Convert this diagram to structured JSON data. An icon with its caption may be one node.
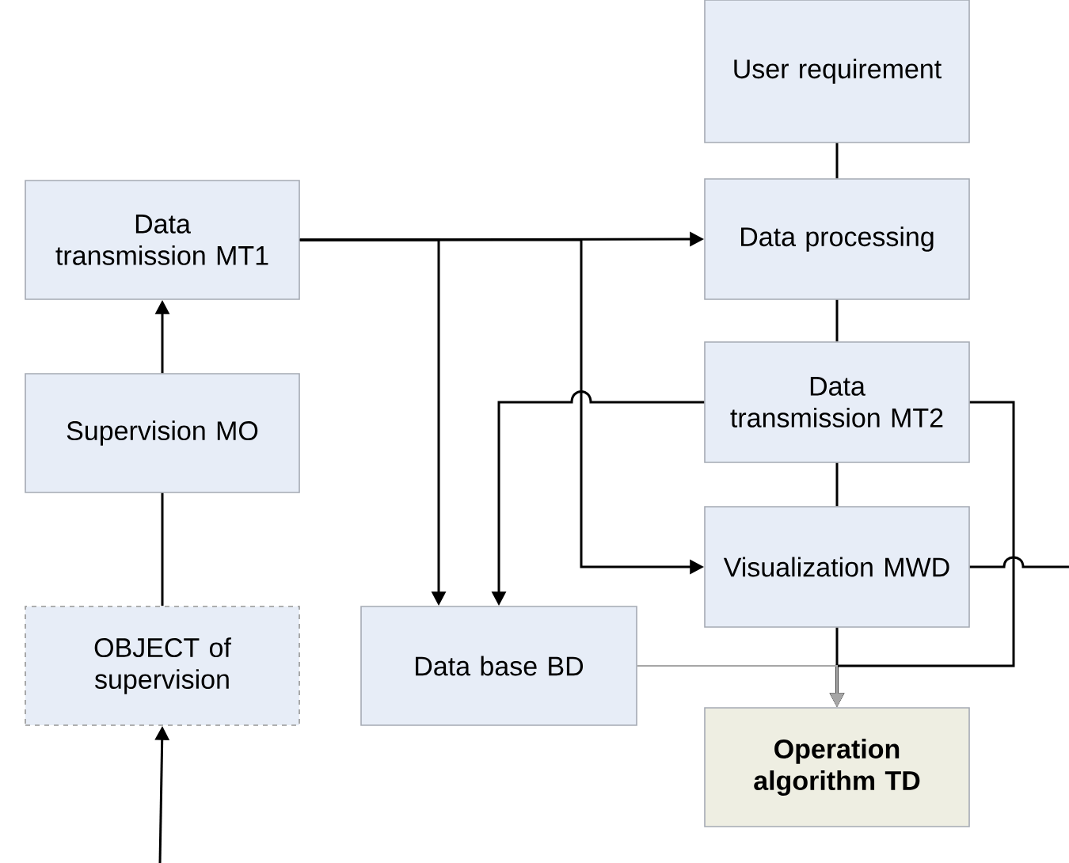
{
  "diagram": {
    "nodes": [
      {
        "text": [
          "Data transmission MT1"
        ]
      },
      {
        "text": [
          "User requirement"
        ]
      },
      {
        "text": [
          "Data processing"
        ]
      },
      {
        "text": [
          "Supervision MO"
        ]
      },
      {
        "text": [
          "Data transmission MT2"
        ]
      },
      {
        "text": [
          "Visualization MWD"
        ]
      },
      {
        "text": [
          "OBJECT of supervision"
        ]
      },
      {
        "text": [
          "Data base BD"
        ]
      },
      {
        "text": [
          "Operation algorithm TD"
        ]
      }
    ],
    "edges": [
      {
        "from": null,
        "to": 6,
        "arrow": "to"
      },
      {
        "from": 6,
        "to": 3,
        "arrow": "none"
      },
      {
        "from": 3,
        "to": 0,
        "arrow": "to"
      },
      {
        "from": 0,
        "to": 2,
        "arrow": "to"
      },
      {
        "from": 0,
        "to": 7,
        "arrow": "to"
      },
      {
        "from": 0,
        "to": 5,
        "arrow": "to"
      },
      {
        "from": 1,
        "to": 2,
        "arrow": "none"
      },
      {
        "from": 2,
        "to": 4,
        "arrow": "none"
      },
      {
        "from": 4,
        "to": 7,
        "arrow": "to"
      },
      {
        "from": 4,
        "to": 5,
        "arrow": "none"
      },
      {
        "from": 5,
        "to": 8,
        "arrow": "to"
      },
      {
        "from": 4,
        "to": 8,
        "arrow": "to"
      },
      {
        "from": 7,
        "to": 8,
        "arrow": "to",
        "color": "#a6a6a6"
      },
      {
        "from": 5,
        "to": null,
        "arrow": "none"
      }
    ]
  }
}
